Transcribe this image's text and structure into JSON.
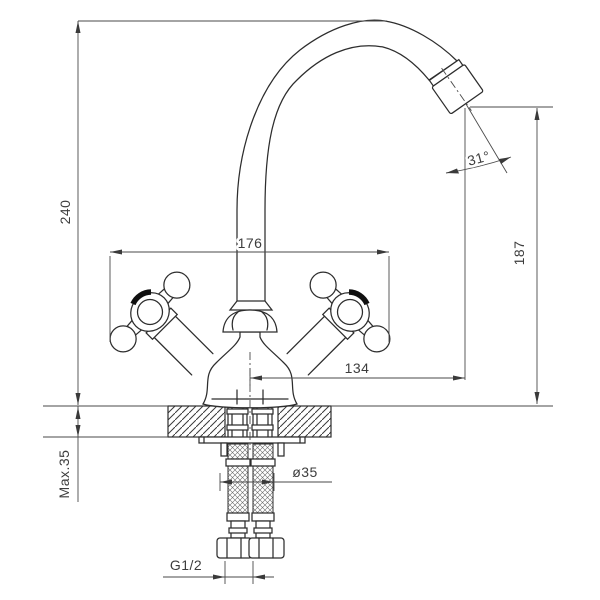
{
  "drawing": {
    "kind": "technical-installation-diagram",
    "subject": "two-handle mixer faucet with gooseneck spout, side elevation",
    "labels": {
      "total_height": "240",
      "handle_width": "176",
      "spout_reach": "134",
      "spout_height": "187",
      "max_counter_thickness": "Max.35",
      "hole_diameter": "ø35",
      "connection_thread": "G1/2",
      "outlet_angle": "31°"
    },
    "colors": {
      "line": "#2d2d2d",
      "dimension_line": "#4a4a4a",
      "text": "#3d3d3d",
      "background": "#ffffff"
    }
  }
}
